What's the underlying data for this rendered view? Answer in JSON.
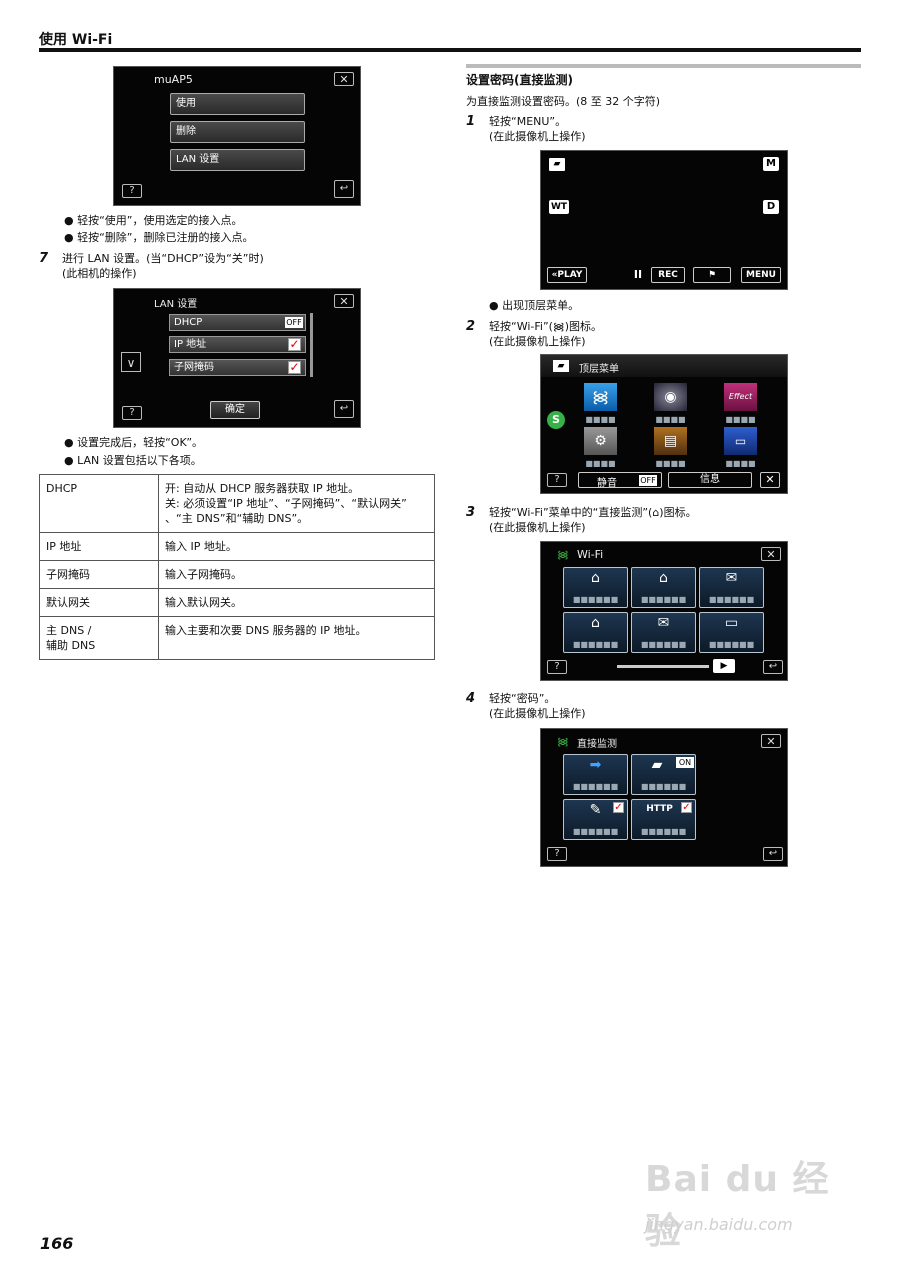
{
  "header": {
    "title": "使用 Wi-Fi"
  },
  "page_number": "166",
  "watermark": {
    "main": "Bai du 经验",
    "sub": "jingyan.baidu.com"
  },
  "left": {
    "screen_ap": {
      "title": "muAP5",
      "close": "✕",
      "items": [
        "使用",
        "删除",
        "LAN 设置"
      ],
      "help": "?",
      "back": "↩"
    },
    "bullets_a": [
      "轻按“使用”，使用选定的接入点。",
      "轻按“删除”，删除已注册的接入点。"
    ],
    "step7": {
      "num": "7",
      "line1": "进行 LAN 设置。(当“DHCP”设为“关”时)",
      "line2": "(此相机的操作)"
    },
    "screen_lan": {
      "title": "LAN 设置",
      "close": "✕",
      "rows": [
        "DHCP",
        "IP 地址",
        "子网掩码"
      ],
      "off": "OFF",
      "check": "✓",
      "down": "∨",
      "help": "?",
      "ok": "确定",
      "back": "↩"
    },
    "bullets_b": [
      "设置完成后，轻按“OK”。",
      "LAN 设置包括以下各项。"
    ],
    "table": [
      {
        "k": "DHCP",
        "v": [
          "开: 自动从 DHCP 服务器获取 IP 地址。",
          "关: 必须设置“IP 地址”、“子网掩码”、“默认网关”",
          "、“主 DNS”和“辅助 DNS”。"
        ]
      },
      {
        "k": "IP 地址",
        "v": [
          "输入 IP 地址。"
        ]
      },
      {
        "k": "子网掩码",
        "v": [
          "输入子网掩码。"
        ]
      },
      {
        "k": "默认网关",
        "v": [
          "输入默认网关。"
        ]
      },
      {
        "k": "主 DNS /",
        "k2": "辅助 DNS",
        "v": [
          "输入主要和次要 DNS 服务器的 IP 地址。"
        ]
      }
    ]
  },
  "right": {
    "section_title": "设置密码(直接监测)",
    "section_desc": "为直接监测设置密码。(8 至 32 个字符)",
    "steps": [
      {
        "num": "1",
        "line1": "轻按“MENU”。",
        "line2": "(在此摄像机上操作)"
      },
      {
        "num": "2",
        "line1": "轻按“Wi-Fi”(᯼)图标。",
        "line2": "(在此摄像机上操作)"
      },
      {
        "num": "3",
        "line1": "轻按“Wi-Fi”菜单中的“直接监测”(⌂)图标。",
        "line2": "(在此摄像机上操作)"
      },
      {
        "num": "4",
        "line1": "轻按“密码”。",
        "line2": "(在此摄像机上操作)"
      }
    ],
    "step1_note": "出现顶层菜单。",
    "screen_rec": {
      "m": "M",
      "d": "D",
      "wt": "WT",
      "play": "«PLAY",
      "pause": "II",
      "rec": "REC",
      "flag": "⚑",
      "menu": "MENU"
    },
    "screen_top": {
      "title": "顶层菜单",
      "help": "?",
      "mute": "静音",
      "off": "OFF",
      "info": "信息",
      "close": "✕",
      "s": "S"
    },
    "screen_wifi": {
      "title": "Wi-Fi",
      "close": "✕",
      "placeholder": "■■■■■■",
      "help": "?",
      "next": "▶",
      "back": "↩"
    },
    "screen_direct": {
      "title": "直接监测",
      "close": "✕",
      "placeholder": "■■■■■■",
      "on": "ON",
      "http": "HTTP",
      "help": "?",
      "back": "↩"
    }
  }
}
